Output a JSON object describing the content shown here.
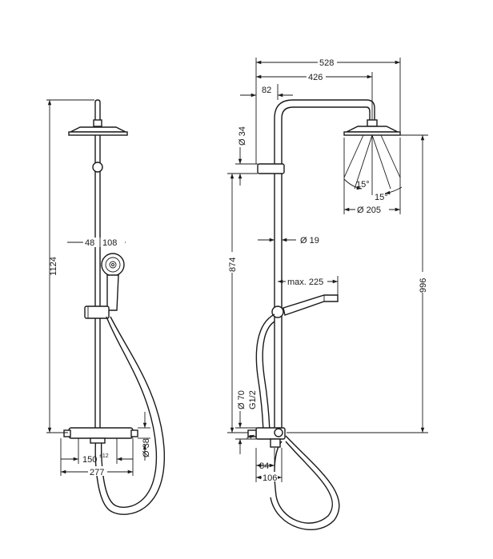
{
  "dimensions": {
    "front_total_height": "1124",
    "front_offset_48": "48",
    "front_head_108": "108",
    "front_centers_150": "150",
    "front_centers_tol": "±12",
    "front_width_277": "277",
    "front_dia_38": "Ø 38",
    "side_total_528": "528",
    "side_arm_426": "426",
    "side_offset_82": "82",
    "side_dia_34": "Ø 34",
    "side_angle_left": "15°",
    "side_angle_right": "15°",
    "side_head_dia_205": "Ø 205",
    "side_rail_dia_19": "Ø 19",
    "side_height_874": "874",
    "side_max_225": "max. 225",
    "side_height_996": "996",
    "side_dia_70": "Ø 70",
    "side_thread": "G1/2",
    "side_depth_84": "84",
    "side_depth_106": "106"
  }
}
